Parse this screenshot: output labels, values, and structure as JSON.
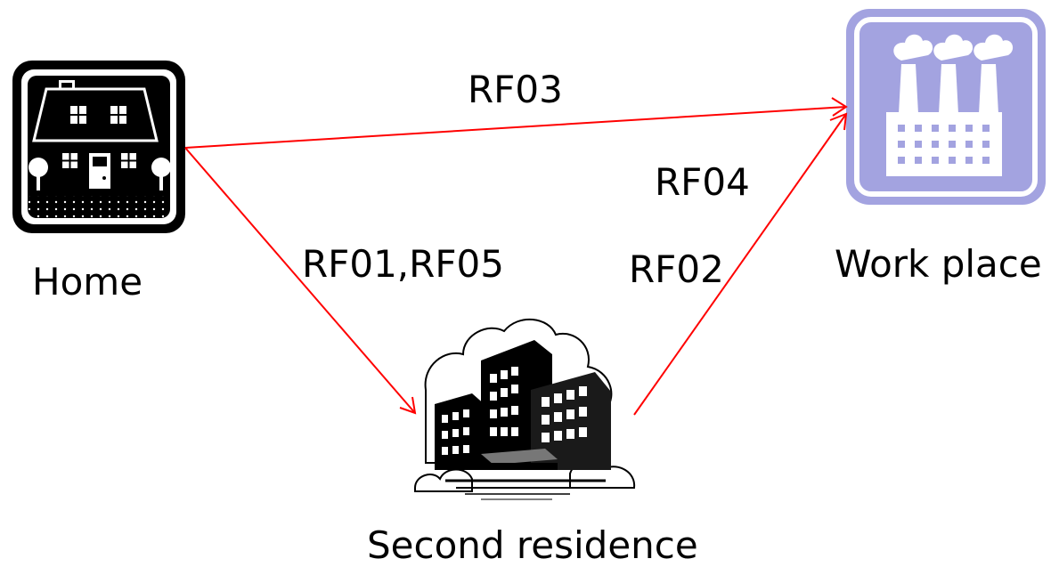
{
  "nodes": {
    "home": {
      "label": "Home",
      "icon": "house-icon"
    },
    "work": {
      "label": "Work place",
      "icon": "factory-icon"
    },
    "second": {
      "label": "Second residence",
      "icon": "office-buildings-icon"
    }
  },
  "edges": {
    "home_to_work": {
      "label": "RF03"
    },
    "home_to_second": {
      "label": "RF01,RF05"
    },
    "second_to_work": {
      "labels": [
        "RF04",
        "RF02"
      ]
    }
  },
  "colors": {
    "arrow": "#ff0000",
    "factory_fill": "#a3a3e0",
    "icon_black": "#000000"
  }
}
